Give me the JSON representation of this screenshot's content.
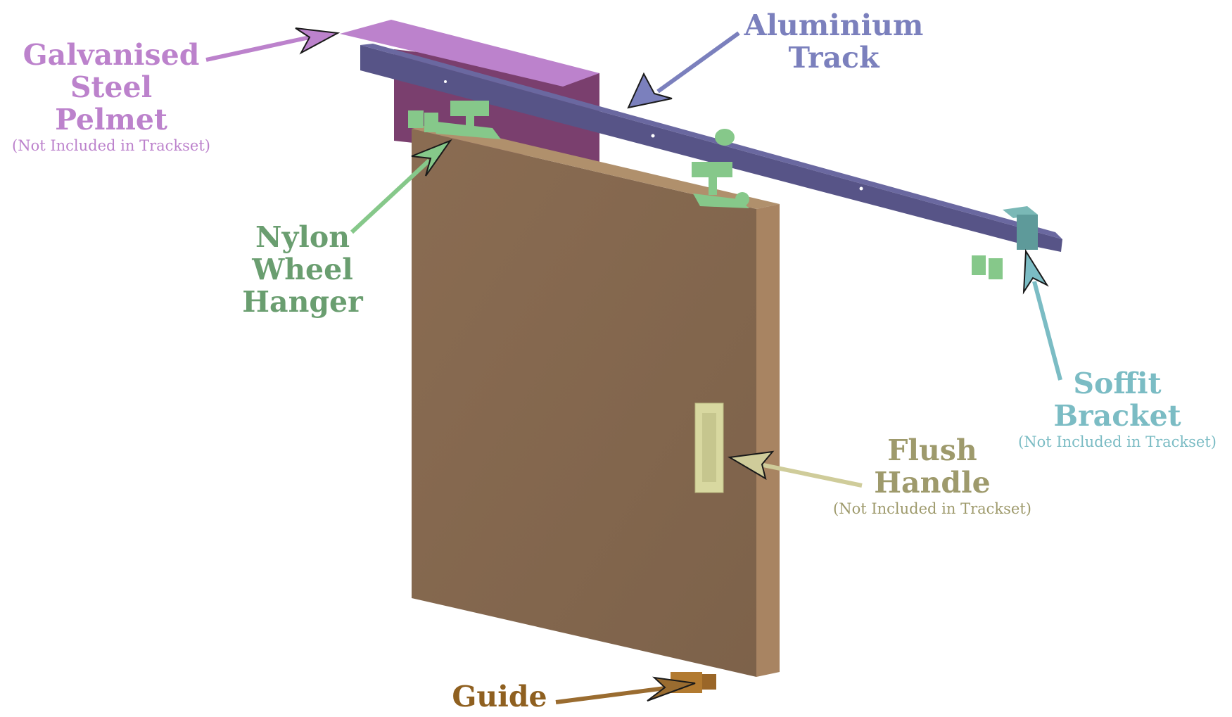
{
  "colors": {
    "pelmet": "#bc82cc",
    "track": "#7b80bd",
    "hanger": "#6a9e70",
    "soffit": "#7bbcc4",
    "handle": "#9e9a6c",
    "guide": "#8f6020"
  },
  "labels": {
    "pelmet": {
      "lines": [
        "Galvanised",
        "Steel",
        "Pelmet"
      ],
      "note": "(Not Included in Trackset)"
    },
    "track": {
      "lines": [
        "Aluminium",
        "Track"
      ]
    },
    "hanger": {
      "lines": [
        "Nylon",
        "Wheel",
        "Hanger"
      ]
    },
    "soffit": {
      "lines": [
        "Soffit",
        "Bracket"
      ],
      "note": "(Not Included in Trackset)"
    },
    "handle": {
      "lines": [
        "Flush",
        "Handle"
      ],
      "note": "(Not Included in Trackset)"
    },
    "guide": {
      "lines": [
        "Guide"
      ]
    }
  }
}
